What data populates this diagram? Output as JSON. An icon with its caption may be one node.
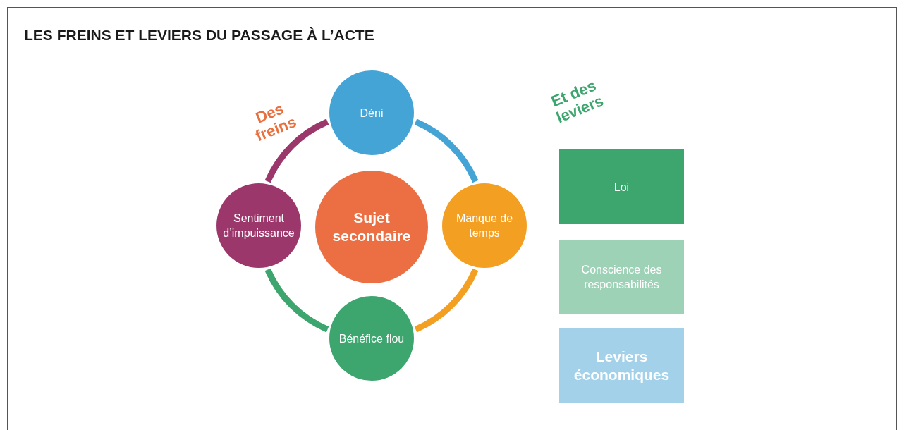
{
  "diagram": {
    "title": "LES FREINS ET LEVIERS DU PASSAGE À L’ACTE",
    "nodes": [
      {
        "text": [
          "Déni"
        ]
      },
      {
        "text": [
          "Sentiment d’impuissance"
        ]
      },
      {
        "text": [
          "Sujet secondaire"
        ]
      },
      {
        "text": [
          "Manque de temps"
        ]
      },
      {
        "text": [
          "Bénéfice flou"
        ]
      },
      {
        "text": [
          "Loi"
        ]
      },
      {
        "text": [
          "Conscience des responsabilités"
        ]
      },
      {
        "text": [
          "Leviers économiques"
        ]
      }
    ],
    "edges": [
      {
        "from": 0,
        "to": 3,
        "arrow": "none",
        "color": "#45a4d6"
      },
      {
        "from": 3,
        "to": 4,
        "arrow": "none",
        "color": "#f39f22"
      },
      {
        "from": 4,
        "to": 1,
        "arrow": "none",
        "color": "#3da56e"
      },
      {
        "from": 1,
        "to": 0,
        "arrow": "none",
        "color": "#9c376c"
      }
    ],
    "labels": [
      "Des freins",
      "Et des leviers"
    ]
  }
}
